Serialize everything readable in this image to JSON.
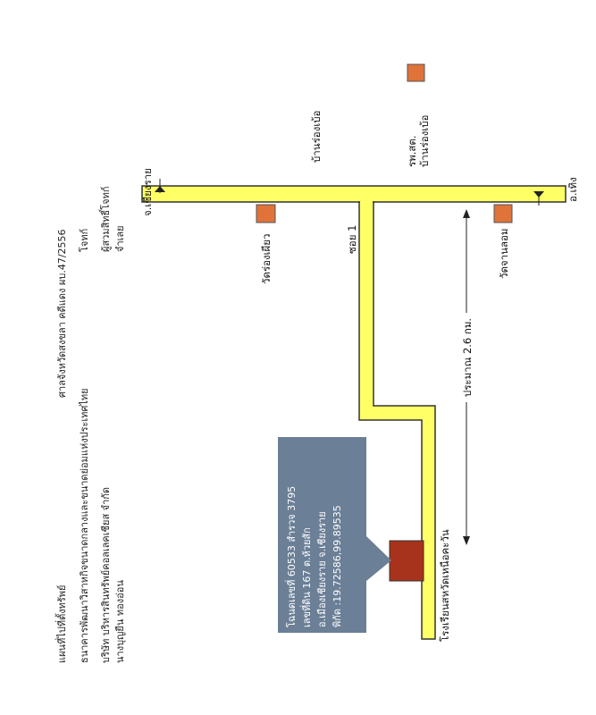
{
  "header": {
    "lines": [
      "แผนที่ไปที่ตั้งทรัพย์",
      "ธนาคารพัฒนาวิสาหกิจขนาดกลางและขนาดย่อมแห่งประเทศไทย",
      "บริษัท บริหารสินทรัพย์คอลเลคเชียส จำกัด",
      "นางบุญยืน  ทองอ่อน"
    ],
    "court": "ศาลจังหวัดสงขลา  คดีแดง ผบ.47/2556",
    "role_plaintiff": "โจทก์",
    "role_assignee": "ผู้สวมสิทธิ์โจทก์",
    "role_defendant": "จำเลย"
  },
  "labels": {
    "to_chiang_rai": "จ.เชียงราย",
    "to_thoeng": "อ.เทิง",
    "village": "บ้านร่องเบ้อ",
    "hospital_line1": "รพ.สต.",
    "hospital_line2": "บ้านร่องเบ้อ",
    "wat_rong_khiao": "วัดร่องเผียว",
    "wat_chan_lom": "วัดจานลอม",
    "soi": "ซอย 1",
    "distance": "ประมาณ 2.6 กม.",
    "school": "โรงเรียนสหวัดเหนือคะวัน"
  },
  "info_box": {
    "lines": [
      "โฉนดเลขที่ 60533 สำรวจ 3795",
      "เลขที่ดิน 167  ต.ห้วยสัก",
      "อ.เมืองเชียงราย  จ.เชียงราย",
      "พิกัด :19.72586,99.89535"
    ]
  },
  "colors": {
    "road_fill": "#ffff66",
    "road_stroke": "#333333",
    "landmark": "#e0733a",
    "property": "#a8331c",
    "info_box": "#6b7f96"
  }
}
